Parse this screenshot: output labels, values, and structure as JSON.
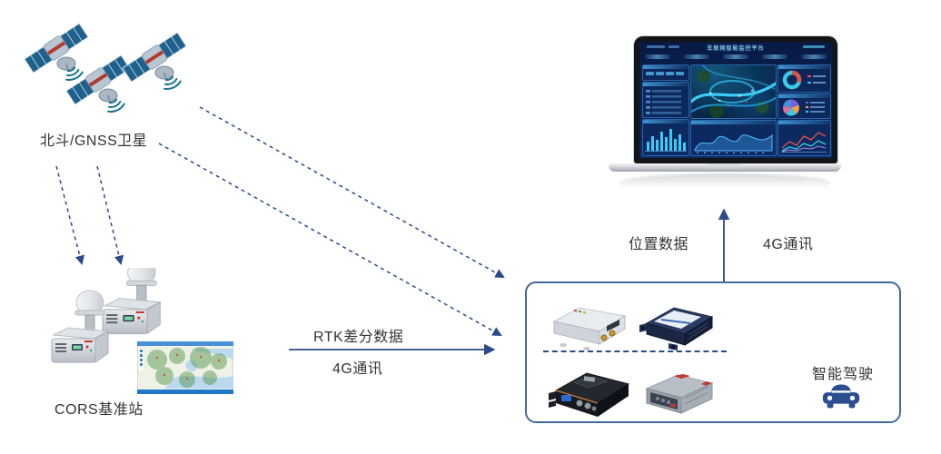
{
  "colors": {
    "arrow_blue": "#2b4a8c",
    "box_border": "#44679f",
    "text_dark": "#333333",
    "car_icon_blue": "#2a4e8f",
    "dashboard_bg": "#0b2a63"
  },
  "satellites": {
    "label": "北斗/GNSS卫星",
    "icon": "satellite-icon",
    "signal_icon": "signal-waves-icon",
    "count": 3
  },
  "cors_station": {
    "label": "CORS基准站",
    "receiver_icon": "gnss-receiver-antenna-icon",
    "map_icon": "coverage-map-icon"
  },
  "rtk_link": {
    "top_label": "RTK差分数据",
    "bottom_label": "4G通讯"
  },
  "uplink": {
    "left_label": "位置数据",
    "right_label": "4G通讯"
  },
  "device_box": {
    "label": "智能驾驶",
    "icon": "car-icon",
    "device_icons": [
      "gnss-module-silver-icon",
      "telematics-unit-navy-icon",
      "rugged-receiver-black-icon",
      "gnss-receiver-gray-icon"
    ]
  },
  "monitor": {
    "screen_title": "车联网智能监控平台",
    "icon": "laptop-dashboard-icon"
  }
}
